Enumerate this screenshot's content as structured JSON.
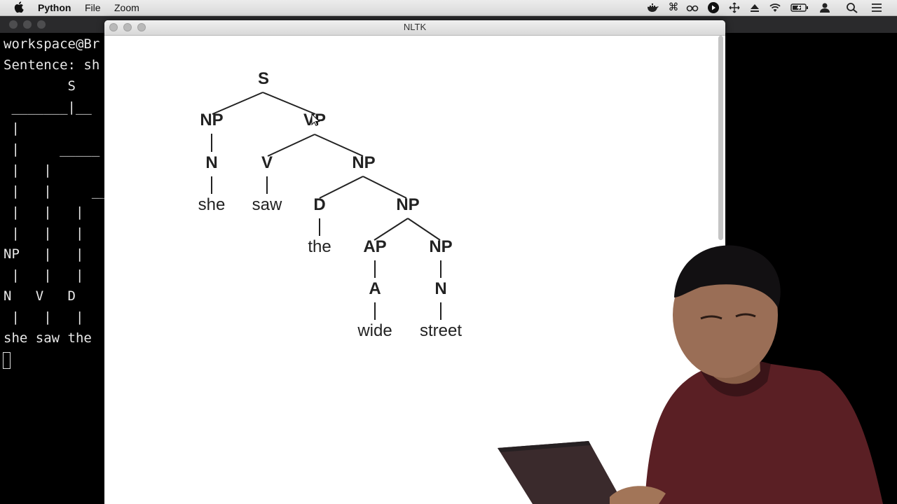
{
  "menubar": {
    "app_name": "Python",
    "menus": [
      "File",
      "Zoom"
    ],
    "status_icons": [
      "docker-icon",
      "command-icon",
      "glasses-icon",
      "play-icon",
      "move-icon",
      "eject-icon",
      "wifi-icon",
      "battery-icon",
      "user-icon",
      "search-icon",
      "list-icon"
    ]
  },
  "terminal": {
    "lines": [
      "workspace@Br",
      "Sentence: sh",
      "        S",
      " _______|__",
      " |",
      " |     _____",
      " |   |",
      " |   |     __",
      " |   |   |",
      " |   |   |",
      "NP   |   |",
      " |   |   |",
      "N   V   D",
      " |   |   |",
      "she saw the"
    ]
  },
  "nltk_window": {
    "title": "NLTK",
    "tree": {
      "nodes": [
        "S",
        "NP",
        "VP",
        "N",
        "V",
        "NP",
        "D",
        "NP",
        "AP",
        "NP",
        "A",
        "N"
      ],
      "leaves": [
        "she",
        "saw",
        "the",
        "wide",
        "street"
      ]
    }
  }
}
